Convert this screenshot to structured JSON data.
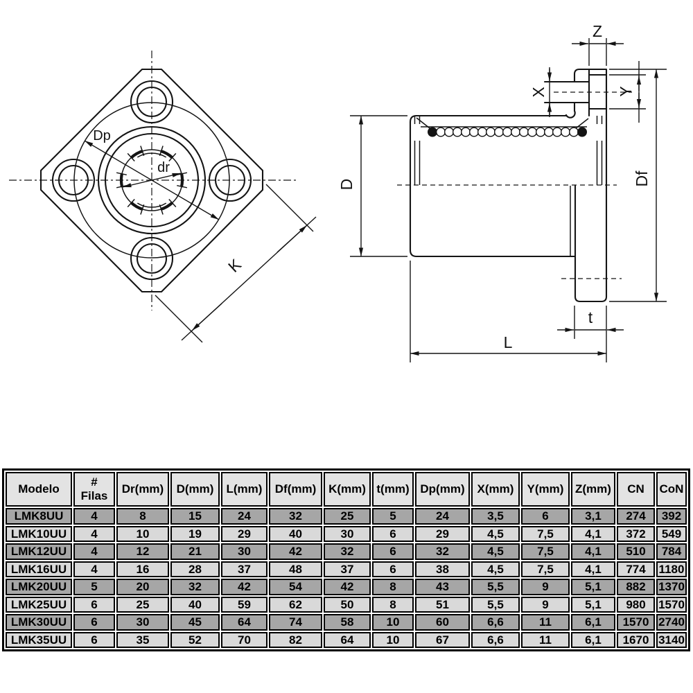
{
  "page": {
    "background": "#ffffff",
    "line_color": "#141414"
  },
  "front_view": {
    "labels": {
      "bolt_circle_diameter": "Dp",
      "bore_diameter": "dr",
      "flange_diagonal": "K"
    }
  },
  "side_view": {
    "labels": {
      "outer_diameter": "D",
      "flange_diameter": "Df",
      "hole_diameter": "X",
      "counterbore_diameter": "Y",
      "counterbore_depth": "Z",
      "flange_thickness": "t",
      "length": "L"
    }
  },
  "table": {
    "headers": [
      [
        "Modelo"
      ],
      [
        "#",
        "Filas"
      ],
      [
        "Dr(mm)"
      ],
      [
        "D(mm)"
      ],
      [
        "L(mm)"
      ],
      [
        "Df(mm)"
      ],
      [
        "K(mm)"
      ],
      [
        "t(mm)"
      ],
      [
        "Dp(mm)"
      ],
      [
        "X(mm)"
      ],
      [
        "Y(mm)"
      ],
      [
        "Z(mm)"
      ],
      [
        "CN"
      ],
      [
        "CoN"
      ]
    ],
    "rows": [
      [
        "LMK8UU",
        "4",
        "8",
        "15",
        "24",
        "32",
        "25",
        "5",
        "24",
        "3,5",
        "6",
        "3,1",
        "274",
        "392"
      ],
      [
        "LMK10UU",
        "4",
        "10",
        "19",
        "29",
        "40",
        "30",
        "6",
        "29",
        "4,5",
        "7,5",
        "4,1",
        "372",
        "549"
      ],
      [
        "LMK12UU",
        "4",
        "12",
        "21",
        "30",
        "42",
        "32",
        "6",
        "32",
        "4,5",
        "7,5",
        "4,1",
        "510",
        "784"
      ],
      [
        "LMK16UU",
        "4",
        "16",
        "28",
        "37",
        "48",
        "37",
        "6",
        "38",
        "4,5",
        "7,5",
        "4,1",
        "774",
        "1180"
      ],
      [
        "LMK20UU",
        "5",
        "20",
        "32",
        "42",
        "54",
        "42",
        "8",
        "43",
        "5,5",
        "9",
        "5,1",
        "882",
        "1370"
      ],
      [
        "LMK25UU",
        "6",
        "25",
        "40",
        "59",
        "62",
        "50",
        "8",
        "51",
        "5,5",
        "9",
        "5,1",
        "980",
        "1570"
      ],
      [
        "LMK30UU",
        "6",
        "30",
        "45",
        "64",
        "74",
        "58",
        "10",
        "60",
        "6,6",
        "11",
        "6,1",
        "1570",
        "2740"
      ],
      [
        "LMK35UU",
        "6",
        "35",
        "52",
        "70",
        "82",
        "64",
        "10",
        "67",
        "6,6",
        "11",
        "6,1",
        "1670",
        "3140"
      ]
    ],
    "colors": {
      "row_dark": "#a6a6a6",
      "row_light": "#d9d9d9",
      "header_bg": "#e3e3e3",
      "border": "#000000"
    }
  }
}
